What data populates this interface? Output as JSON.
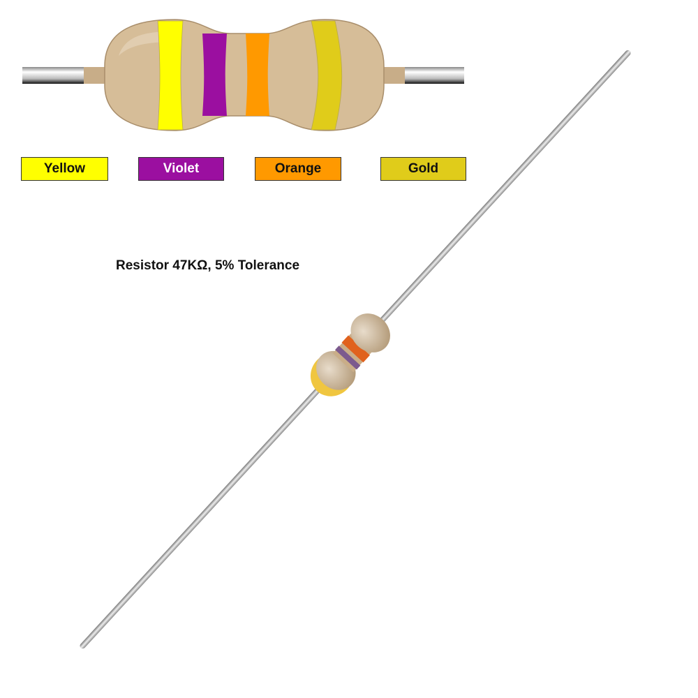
{
  "diagram": {
    "title": "Resistor 47KΩ, 5% Tolerance",
    "bands": [
      {
        "label": "Yellow",
        "color": "#ffff00",
        "text_color": "#111111"
      },
      {
        "label": "Violet",
        "color": "#9b0fa0",
        "text_color": "#ffffff"
      },
      {
        "label": "Orange",
        "color": "#ff9900",
        "text_color": "#111111"
      },
      {
        "label": "Gold",
        "color": "#e0cc1a",
        "text_color": "#111111"
      }
    ],
    "body_color": "#d6bd98"
  }
}
